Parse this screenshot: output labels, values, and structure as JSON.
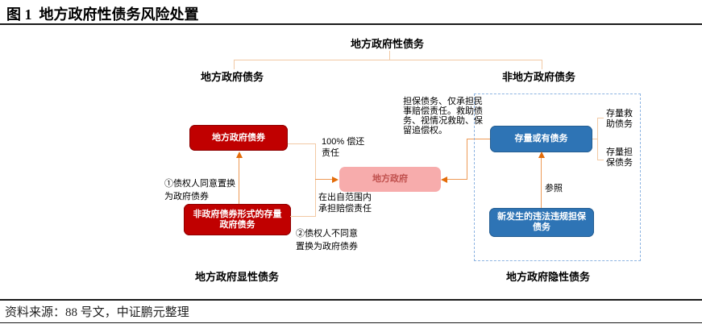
{
  "title": "图 1  地方政府性债务风险处置",
  "source_note": "资料来源：88 号文，中证鹏元整理",
  "diagram": {
    "root_label": "地方政府性债务",
    "left_branch_label": "地方政府债务",
    "right_branch_label": "非地方政府债务",
    "explicit_debt_label": "地方政府显性债务",
    "implicit_debt_label": "地方政府隐性债务",
    "nodes": {
      "gov_bond_box": "地方政府债券",
      "non_bond_stock_box": "非政府债券形式的存量\n政府债务",
      "local_gov_box": "地方政府",
      "stock_contingent_box": "存量或有债务",
      "new_illegal_guarantee_box": "新发生的违法违规担保\n债务"
    },
    "annotations": {
      "swap_agree": "①债权人同意置换\n为政府债券",
      "swap_disagree": "②债权人不同意\n置换为政府债券",
      "full_repay": "100% 偿还\n责任",
      "compensation_scope": "在出自范围内\n承担赔偿责任",
      "guarantee_note": "担保债务、仅承担民\n事赔偿责任。救助债\n务、视情况救助、保\n留追偿权。",
      "refer": "参照",
      "stock_rescue_label": "存量救\n助债务",
      "stock_guarantee_label": "存量担\n保债务"
    }
  },
  "colors": {
    "red_box": "#C00000",
    "pink_box": "#F7ACAC",
    "pink_text": "#C0504D",
    "blue_box": "#2E74B5",
    "dashed_border": "#8DB4E2",
    "tree_line": "#F2C9A4",
    "arrow_line": "#ED9A56",
    "arrowhead": "#E36C09"
  }
}
